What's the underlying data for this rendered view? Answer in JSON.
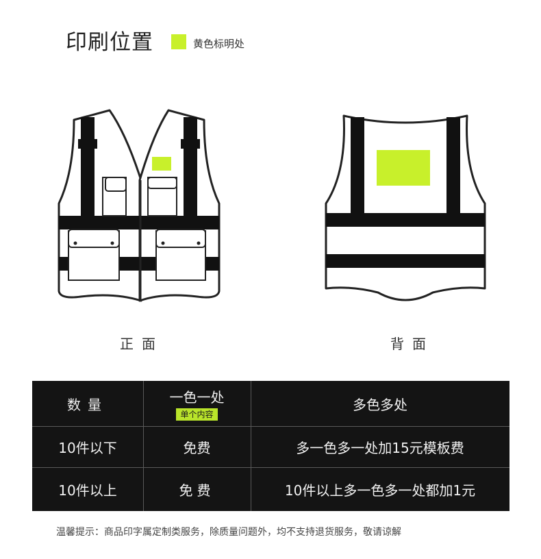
{
  "header": {
    "title": "印刷位置",
    "legend_label": "黄色标明处",
    "highlight_color": "#c8f02b"
  },
  "vests": {
    "front_label": "正面",
    "back_label": "背面"
  },
  "table": {
    "headers": [
      "数量",
      "一色一处",
      "多色多处"
    ],
    "header_badge": "单个内容",
    "rows": [
      [
        "10件以下",
        "免费",
        "多一色多一处加15元模板费"
      ],
      [
        "10件以上",
        "免费",
        "10件以上多一色多一处都加1元"
      ]
    ]
  },
  "footer": {
    "note": "温馨提示：商品印字属定制类服务，除质量问题外，均不支持退货服务，敬请谅解"
  }
}
